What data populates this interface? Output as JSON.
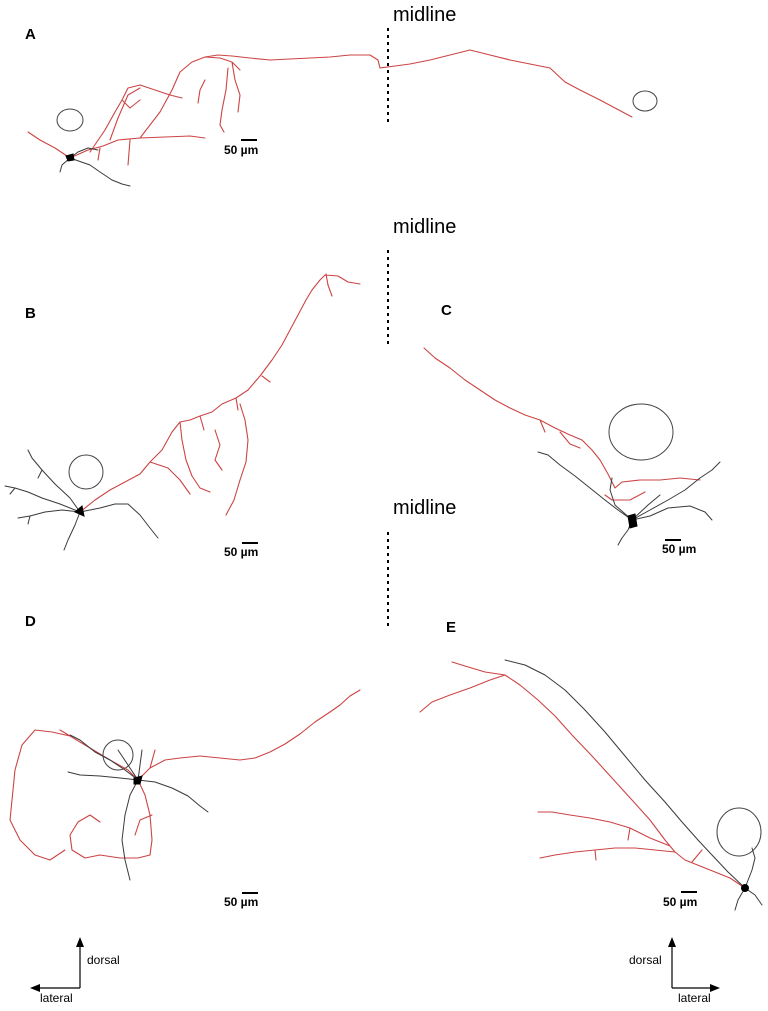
{
  "figure": {
    "midline_label": "midline",
    "scale_label": "50 µm",
    "panels": [
      "A",
      "B",
      "C",
      "D",
      "E"
    ],
    "orientation_left": {
      "vertical": "dorsal",
      "horizontal": "lateral"
    },
    "orientation_right": {
      "vertical": "dorsal",
      "horizontal": "lateral"
    },
    "colors": {
      "axon": "#cc4444",
      "dendrite": "#3a3a3a",
      "soma": "#000000"
    }
  }
}
